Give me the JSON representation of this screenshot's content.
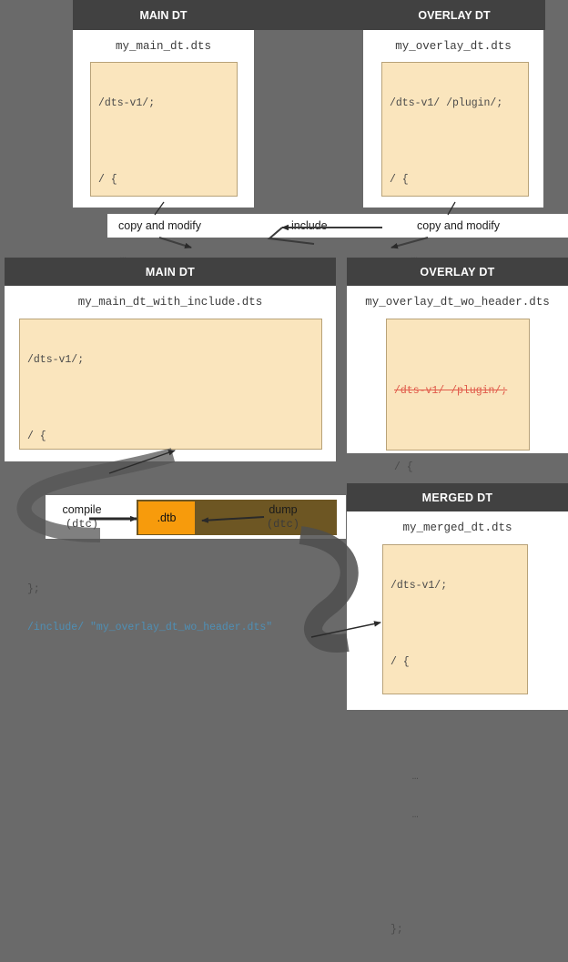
{
  "background_color": "#6a6a6a",
  "header_color": "#414141",
  "code_bg_color": "#fae5bd",
  "accent_color": "#f79b0c",
  "strike_color": "#e05a4a",
  "include_color": "#4f8fb5",
  "row1": {
    "main": {
      "header": "MAIN DT",
      "filename": "my_main_dt.dts",
      "code": [
        "/dts-v1/;",
        "",
        "/ {",
        "",
        "   …",
        "",
        "};"
      ]
    },
    "overlay": {
      "header": "OVERLAY DT",
      "filename": "my_overlay_dt.dts",
      "code": [
        "/dts-v1/ /plugin/;",
        "",
        "/ {",
        "",
        "   …",
        "",
        "};"
      ]
    }
  },
  "connectors": {
    "copy_and_modify_left": "copy and modify",
    "include": "include",
    "copy_and_modify_right": "copy and modify"
  },
  "row2": {
    "main": {
      "header": "MAIN DT",
      "filename": "my_main_dt_with_include.dts",
      "code_plain": [
        "/dts-v1/;",
        "",
        "/ {",
        "",
        "   …",
        "",
        "};"
      ],
      "code_include": "/include/ \"my_overlay_dt_wo_header.dts\""
    },
    "overlay": {
      "header": "OVERLAY DT",
      "filename": "my_overlay_dt_wo_header.dts",
      "code_struck": "/dts-v1/ /plugin/;",
      "code_plain": [
        "",
        "/ {",
        "",
        "   …",
        "",
        "};"
      ]
    }
  },
  "row3": {
    "compile": {
      "label": "compile",
      "tool": "(dtc)"
    },
    "artifact": {
      "label": ".dtb"
    },
    "dump": {
      "label": "dump",
      "tool": "(dtc)"
    },
    "merged": {
      "header": "MERGED DT",
      "filename": "my_merged_dt.dts",
      "code": [
        "/dts-v1/;",
        "",
        "/ {",
        "",
        "",
        "   …",
        "   …",
        "",
        "",
        "};"
      ]
    }
  }
}
